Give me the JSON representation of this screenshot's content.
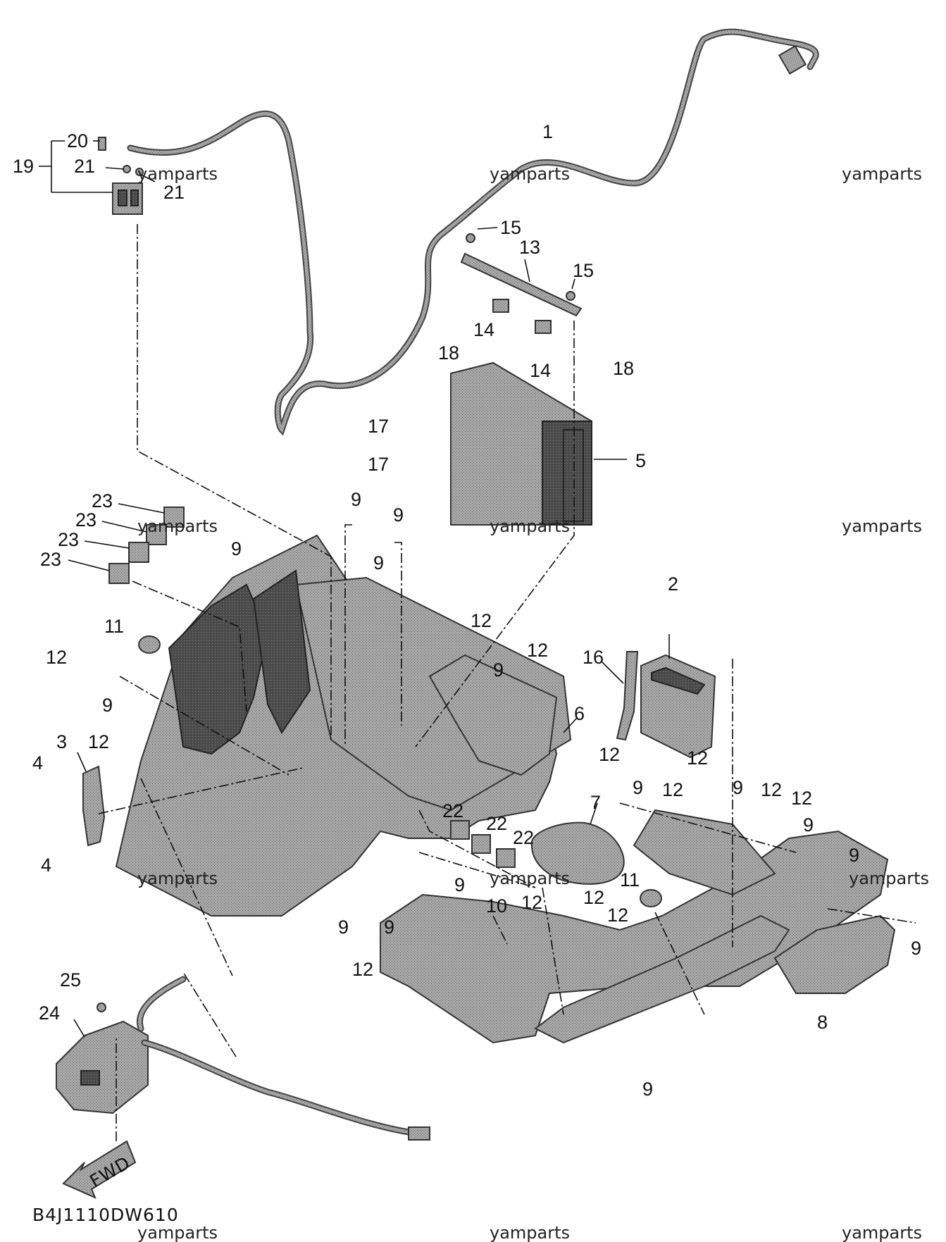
{
  "diagram": {
    "code": "B4J1110DW610",
    "watermark": "yamparts",
    "fwd_label": "FWD",
    "callouts": [
      "1",
      "2",
      "3",
      "4",
      "4",
      "5",
      "6",
      "7",
      "8",
      "9",
      "9",
      "9",
      "9",
      "9",
      "9",
      "9",
      "9",
      "9",
      "9",
      "9",
      "9",
      "9",
      "9",
      "9",
      "10",
      "11",
      "11",
      "12",
      "12",
      "12",
      "12",
      "12",
      "12",
      "12",
      "12",
      "12",
      "12",
      "12",
      "12",
      "12",
      "13",
      "14",
      "14",
      "15",
      "15",
      "16",
      "17",
      "17",
      "18",
      "18",
      "19",
      "20",
      "21",
      "21",
      "22",
      "22",
      "22",
      "23",
      "23",
      "23",
      "23",
      "24",
      "25"
    ]
  }
}
